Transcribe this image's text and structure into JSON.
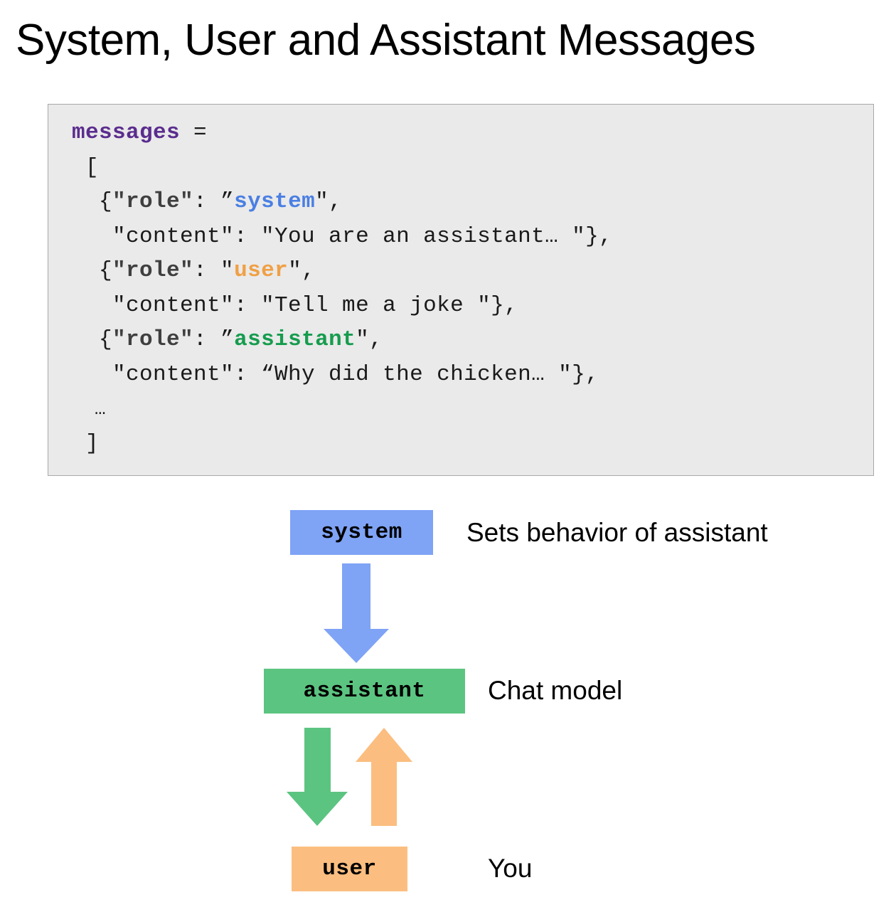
{
  "slide": {
    "title": "System, User and Assistant Messages",
    "background_color": "#ffffff"
  },
  "code_block": {
    "background_color": "#eaeaea",
    "border_color": "#a8a8a8",
    "language": "python",
    "lines": [
      {
        "id": "line-1",
        "segments": [
          {
            "text": "messages",
            "style": "var"
          },
          {
            "text": " =",
            "style": "plain"
          }
        ]
      },
      {
        "id": "line-2",
        "segments": [
          {
            "text": " [",
            "style": "plain"
          }
        ]
      },
      {
        "id": "line-3",
        "segments": [
          {
            "text": "  {",
            "style": "plain"
          },
          {
            "text": "\"role\"",
            "style": "key"
          },
          {
            "text": ": ",
            "style": "plain"
          },
          {
            "text": "”",
            "style": "plain"
          },
          {
            "text": "system",
            "style": "sys"
          },
          {
            "text": "\",",
            "style": "plain"
          }
        ]
      },
      {
        "id": "line-4",
        "segments": [
          {
            "text": "   \"content\": \"You are an assistant… \"},",
            "style": "plain"
          }
        ]
      },
      {
        "id": "line-5",
        "segments": [
          {
            "text": "  {",
            "style": "plain"
          },
          {
            "text": "\"role\"",
            "style": "key"
          },
          {
            "text": ": \"",
            "style": "plain"
          },
          {
            "text": "user",
            "style": "user"
          },
          {
            "text": "\",",
            "style": "plain"
          }
        ]
      },
      {
        "id": "line-6",
        "segments": [
          {
            "text": "   \"content\": \"Tell me a joke \"},",
            "style": "plain"
          }
        ]
      },
      {
        "id": "line-7",
        "segments": [
          {
            "text": "  {",
            "style": "plain"
          },
          {
            "text": "\"role\"",
            "style": "key"
          },
          {
            "text": ": ",
            "style": "plain"
          },
          {
            "text": "”",
            "style": "plain"
          },
          {
            "text": "assistant",
            "style": "asst"
          },
          {
            "text": "\",",
            "style": "plain"
          }
        ]
      },
      {
        "id": "line-8",
        "segments": [
          {
            "text": "   \"content\": “Why did the chicken… \"},",
            "style": "plain"
          }
        ]
      },
      {
        "id": "line-9",
        "segments": [
          {
            "text": "  …",
            "style": "plain"
          }
        ]
      },
      {
        "id": "line-10",
        "segments": [
          {
            "text": " ]",
            "style": "plain"
          }
        ]
      }
    ]
  },
  "diagram": {
    "nodes": [
      {
        "id": "system",
        "label": "system",
        "color": "#7fa3f5",
        "description": "Sets behavior of assistant"
      },
      {
        "id": "assistant",
        "label": "assistant",
        "color": "#5cc481",
        "description": "Chat model"
      },
      {
        "id": "user",
        "label": "user",
        "color": "#fbbe80",
        "description": "You"
      }
    ],
    "arrows": [
      {
        "id": "system-to-assistant",
        "from": "system",
        "to": "assistant",
        "direction": "down",
        "color": "#7fa3f5"
      },
      {
        "id": "assistant-to-user",
        "from": "assistant",
        "to": "user",
        "direction": "down",
        "color": "#5cc481"
      },
      {
        "id": "user-to-assistant",
        "from": "user",
        "to": "assistant",
        "direction": "up",
        "color": "#fbbe80"
      }
    ]
  },
  "colors": {
    "system_blue": "#7fa3f5",
    "assistant_green": "#5cc481",
    "user_orange": "#fbbe80",
    "keyword_purple": "#5b2d8e",
    "key_gray": "#3f3f3f",
    "code_bg": "#eaeaea"
  }
}
